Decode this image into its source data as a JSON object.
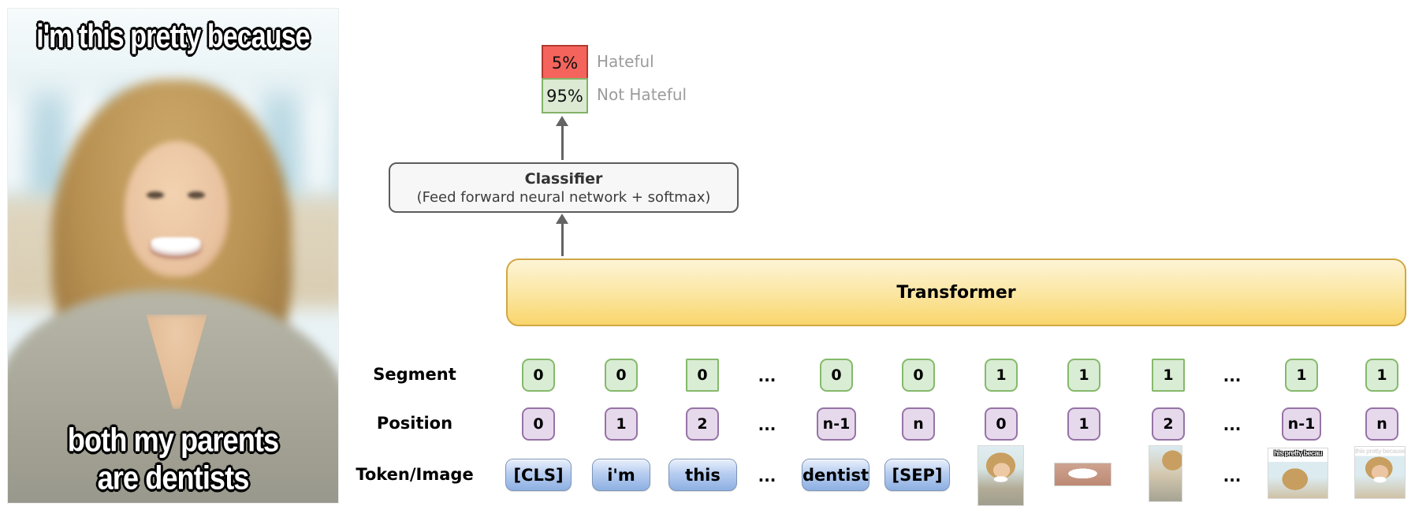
{
  "meme": {
    "top_text": "i'm this pretty because",
    "bottom_text_line1": "both my parents",
    "bottom_text_line2": "are dentists"
  },
  "output": {
    "hateful_pct": "5%",
    "hateful_label": "Hateful",
    "not_hateful_pct": "95%",
    "not_hateful_label": "Not Hateful"
  },
  "classifier": {
    "title": "Classifier",
    "subtitle": "(Feed forward neural network + softmax)"
  },
  "transformer": {
    "label": "Transformer"
  },
  "rows": {
    "segment_label": "Segment",
    "position_label": "Position",
    "token_label": "Token/Image",
    "ellipsis": "...",
    "segment_values": [
      "0",
      "0",
      "0",
      "...",
      "0",
      "0",
      "1",
      "1",
      "1",
      "...",
      "1",
      "1"
    ],
    "position_values": [
      "0",
      "1",
      "2",
      "...",
      "n-1",
      "n",
      "0",
      "1",
      "2",
      "...",
      "n-1",
      "n"
    ],
    "token_values": [
      "[CLS]",
      "i'm",
      "this",
      "...",
      "dentist",
      "[SEP]"
    ]
  },
  "thumbnails": {
    "patch4_caption": "his pretty becau",
    "patch5_caption": "this pretty because"
  },
  "colors": {
    "hateful_red": "#f4645c",
    "not_hateful_green": "#dcead3",
    "segment_green_fill": "#d9ecd4",
    "segment_green_border": "#82b366",
    "position_purple_fill": "#e6d9ec",
    "position_purple_border": "#9673a6",
    "token_blue_top": "#dae8fc",
    "token_blue_bottom": "#7ea6e0",
    "transformer_yellow_top": "#fdf4d6",
    "transformer_yellow_bottom": "#f9d56c",
    "transformer_border": "#d6b656",
    "arrow_gray": "#646464",
    "prob_label_gray": "#9c9c9c"
  }
}
